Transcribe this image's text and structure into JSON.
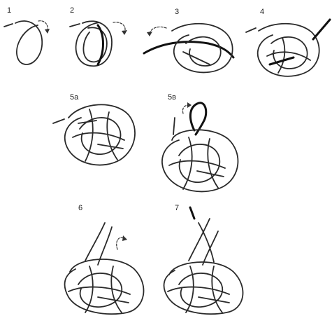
{
  "steps": [
    {
      "label": "1"
    },
    {
      "label": "2"
    },
    {
      "label": "3"
    },
    {
      "label": "4"
    },
    {
      "label": "5a"
    },
    {
      "label": "5в"
    },
    {
      "label": "6"
    },
    {
      "label": "7"
    }
  ],
  "colors": {
    "rope": "#2a2a2a",
    "background": "#ffffff"
  }
}
